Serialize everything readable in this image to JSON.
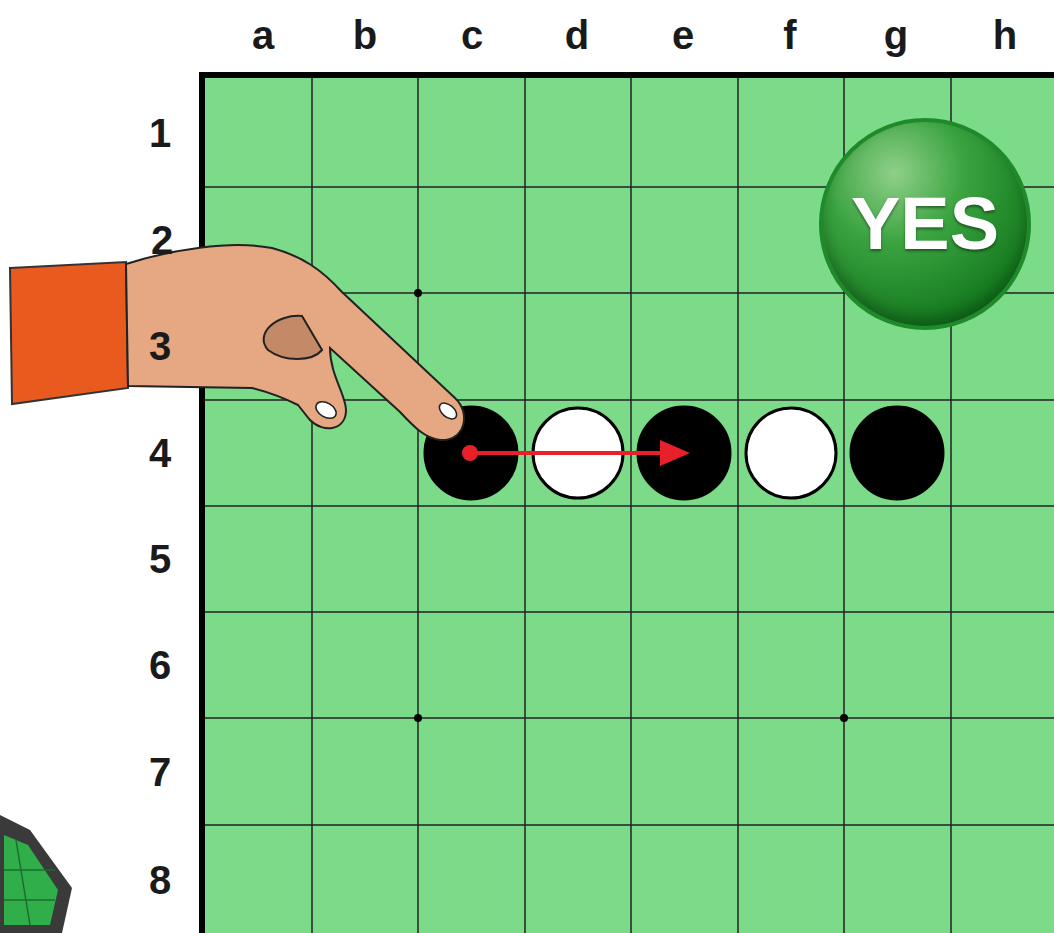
{
  "diagram": {
    "nodes": [
      {
        "text": [
          "YES"
        ]
      }
    ],
    "labels": [
      "a",
      "b",
      "c",
      "d",
      "e",
      "f",
      "g",
      "h",
      "1",
      "2",
      "3",
      "4",
      "5",
      "6",
      "7",
      "8"
    ]
  }
}
